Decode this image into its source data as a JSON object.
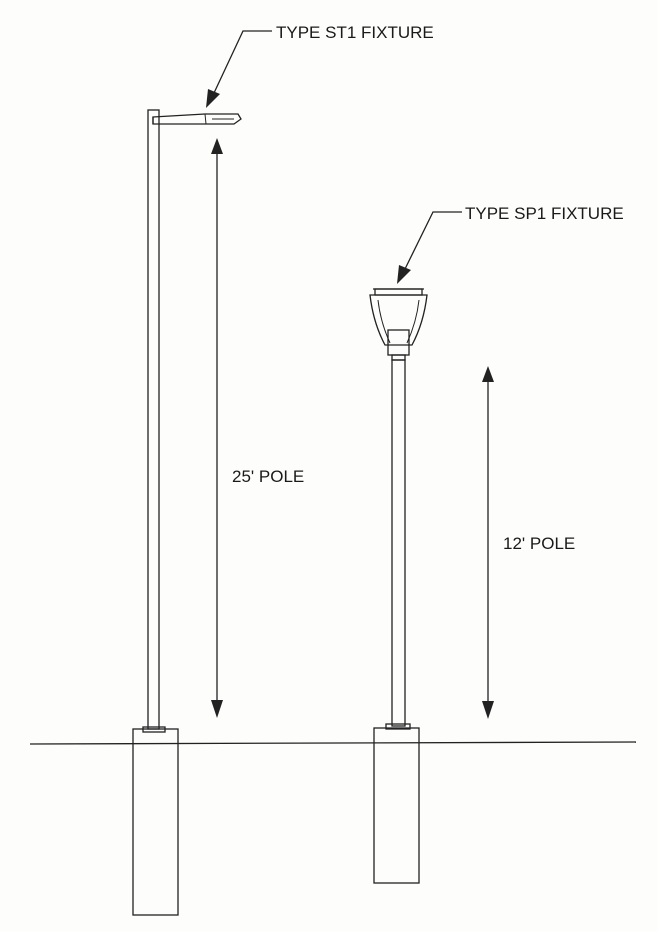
{
  "labels": {
    "st1_fixture": "TYPE ST1 FIXTURE",
    "sp1_fixture": "TYPE SP1 FIXTURE",
    "pole_25": "25' POLE",
    "pole_12": "12' POLE"
  },
  "colors": {
    "line": "#222222",
    "paper": "#fdfdfb"
  }
}
